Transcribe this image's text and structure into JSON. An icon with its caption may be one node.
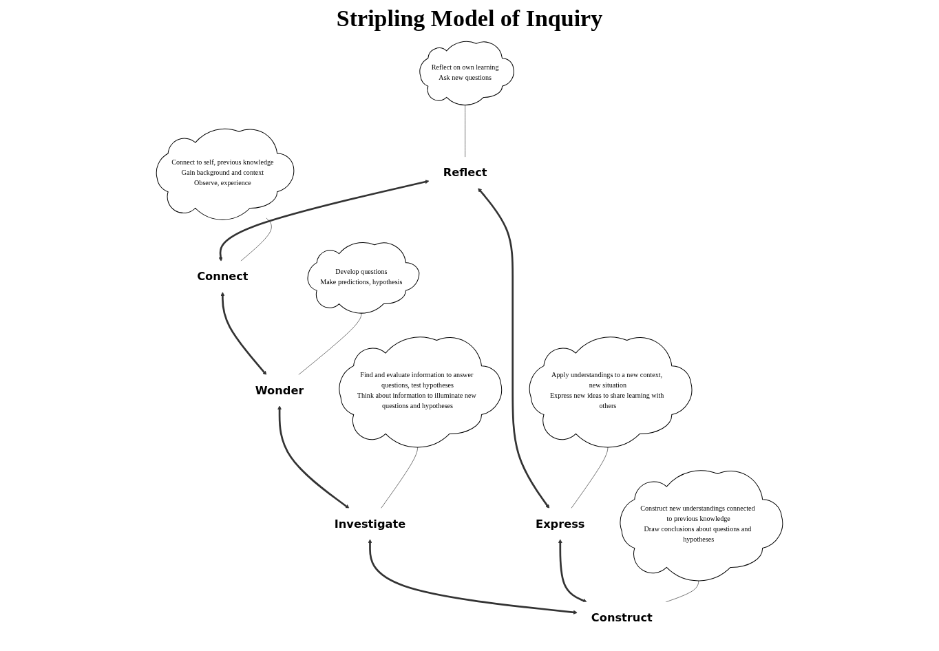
{
  "diagram": {
    "title": "Stripling Model of Inquiry",
    "nodes": [
      {
        "text": [
          "Connect to self, previous knowledge",
          "Gain background and context",
          "Observe, experience"
        ]
      },
      {
        "text": [
          "Connect"
        ]
      },
      {
        "text": [
          "Reflect on own learning",
          "Ask new questions"
        ]
      },
      {
        "text": [
          "Develop questions",
          "Make predictions, hypothesis"
        ]
      },
      {
        "text": [
          "Reflect"
        ]
      },
      {
        "text": [
          "Wonder"
        ]
      },
      {
        "text": [
          "Express"
        ]
      },
      {
        "text": [
          "Investigate"
        ]
      },
      {
        "text": [
          "Apply understandings to a new context, new situation",
          "Express new ideas to share learning with others"
        ]
      },
      {
        "text": [
          "Find and evaluate information to answer questions, test hypotheses",
          "Think about information to illuminate new questions and hypotheses"
        ]
      },
      {
        "text": [
          "Construct"
        ]
      },
      {
        "text": [
          "Construct new understandings connected to previous knowledge",
          "Draw conclusions about questions and hypotheses"
        ]
      }
    ],
    "edges": [
      {
        "from": 4,
        "to": 1,
        "arrow": "both"
      },
      {
        "from": 1,
        "to": 5,
        "arrow": "both"
      },
      {
        "from": 5,
        "to": 7,
        "arrow": "both"
      },
      {
        "from": 7,
        "to": 10,
        "arrow": "both"
      },
      {
        "from": 6,
        "to": 10,
        "arrow": "both"
      },
      {
        "from": 4,
        "to": 6,
        "arrow": "both"
      },
      {
        "from": 0,
        "to": 1,
        "arrow": "none"
      },
      {
        "from": 2,
        "to": 4,
        "arrow": "none"
      },
      {
        "from": 3,
        "to": 5,
        "arrow": "none"
      },
      {
        "from": 8,
        "to": 6,
        "arrow": "none"
      },
      {
        "from": 9,
        "to": 7,
        "arrow": "none"
      },
      {
        "from": 11,
        "to": 10,
        "arrow": "none"
      }
    ]
  }
}
